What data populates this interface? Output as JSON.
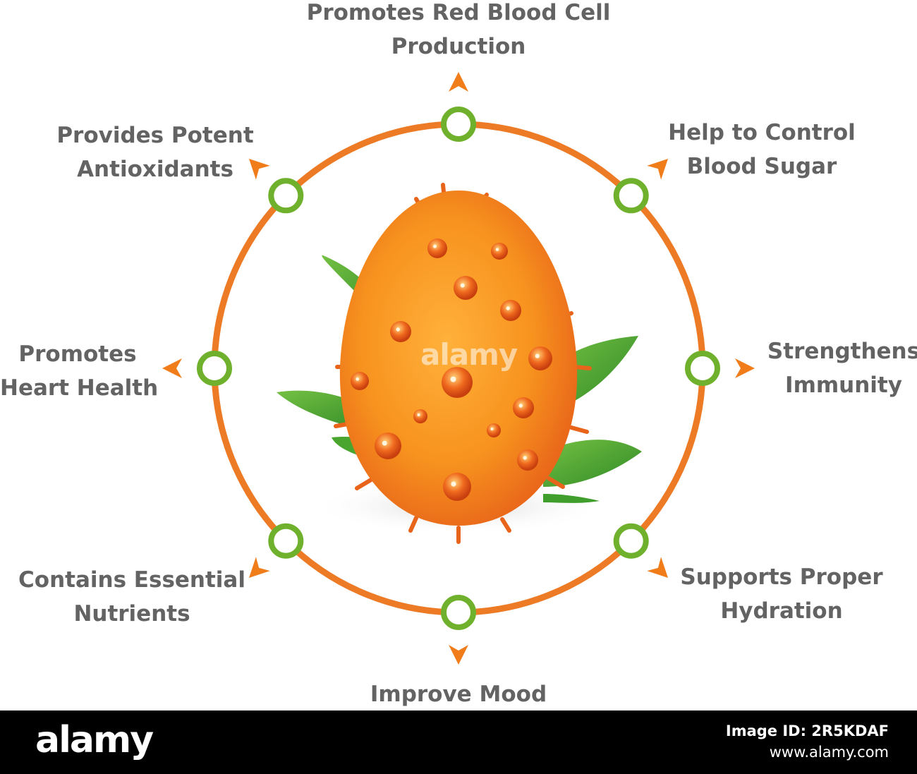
{
  "colors": {
    "ring": "#ed7a25",
    "node_ring": "#6fb12d",
    "arrow": "#f07c1a",
    "text": "#636363",
    "fruit": "#f7931e",
    "leaf": "#3f9e2c"
  },
  "fruit": {
    "icon": "kiwano-horned-melon-illustration"
  },
  "benefits": [
    {
      "lines": [
        "Promotes Red Blood Cell",
        "Production"
      ]
    },
    {
      "lines": [
        "Help to Control",
        "Blood Sugar"
      ]
    },
    {
      "lines": [
        "Strengthens",
        "Immunity"
      ]
    },
    {
      "lines": [
        "Supports Proper",
        "Hydration"
      ]
    },
    {
      "lines": [
        "Improve Mood"
      ]
    },
    {
      "lines": [
        "Contains Essential",
        "Nutrients"
      ]
    },
    {
      "lines": [
        "Promotes",
        "Heart Health"
      ]
    },
    {
      "lines": [
        "Provides Potent",
        "Antioxidants"
      ]
    }
  ],
  "watermark": "alamy",
  "footer": {
    "brand": "alamy",
    "image_id": "Image ID: 2R5KDAF",
    "site": "www.alamy.com"
  }
}
